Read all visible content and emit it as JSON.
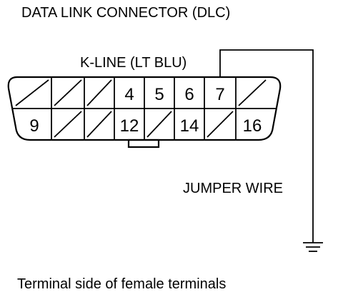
{
  "title": "DATA LINK CONNECTOR (DLC)",
  "kline_label": "K-LINE (LT BLU)",
  "jumper_label": "JUMPER WIRE",
  "caption": "Terminal side of female terminals",
  "pins": {
    "top": [
      "",
      "",
      "",
      "4",
      "5",
      "6",
      "7",
      ""
    ],
    "bottom": [
      "9",
      "",
      "",
      "12",
      "",
      "14",
      "",
      "16"
    ]
  },
  "wire_from_pin": "7",
  "colors": {
    "line": "#000000",
    "background": "#ffffff"
  },
  "icons": {
    "ground": "ground-symbol-icon",
    "key": "connector-key-tab"
  }
}
